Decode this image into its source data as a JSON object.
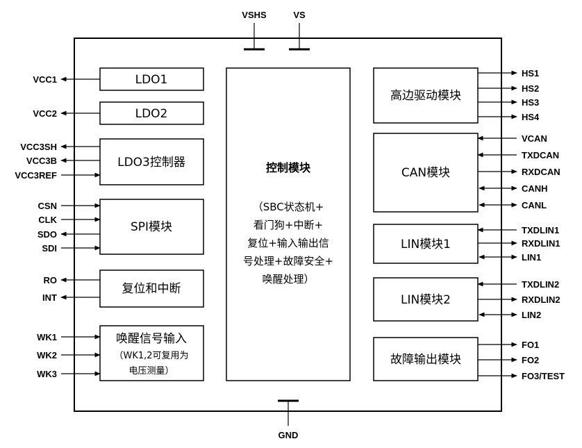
{
  "top_pins": {
    "vshs": "VSHS",
    "vs": "VS"
  },
  "bottom_pin": {
    "gnd": "GND"
  },
  "blocks": {
    "ldo1": "LDO1",
    "ldo2": "LDO2",
    "ldo3": "LDO3控制器",
    "spi": "SPI模块",
    "reset": "复位和中断",
    "wake_line1": "唤醒信号输入",
    "wake_line2": "（WK1,2可复用为",
    "wake_line3": "电压测量）",
    "hs": "高边驱动模块",
    "can": "CAN模块",
    "lin1": "LIN模块1",
    "lin2": "LIN模块2",
    "fault": "故障输出模块"
  },
  "control": {
    "title": "控制模块",
    "line1": "（SBC状态机+",
    "line2": "看门狗+中断+",
    "line3": "复位+输入输出信",
    "line4": "号处理+故障安全+",
    "line5": "唤醒处理）"
  },
  "left_pins": {
    "vcc1": "VCC1",
    "vcc2": "VCC2",
    "vcc3sh": "VCC3SH",
    "vcc3b": "VCC3B",
    "vcc3ref": "VCC3REF",
    "csn": "CSN",
    "clk": "CLK",
    "sdo": "SDO",
    "sdi": "SDI",
    "ro": "RO",
    "int": "INT",
    "wk1": "WK1",
    "wk2": "WK2",
    "wk3": "WK3"
  },
  "right_pins": {
    "hs1": "HS1",
    "hs2": "HS2",
    "hs3": "HS3",
    "hs4": "HS4",
    "vcan": "VCAN",
    "txdcan": "TXDCAN",
    "rxdcan": "RXDCAN",
    "canh": "CANH",
    "canl": "CANL",
    "txdlin1": "TXDLIN1",
    "rxdlin1": "RXDLIN1",
    "lin1": "LIN1",
    "txdlin2": "TXDLIN2",
    "rxdlin2": "RXDLIN2",
    "lin2": "LIN2",
    "fo1": "FO1",
    "fo2": "FO2",
    "fo3": "FO3/TEST"
  },
  "arrow_color": "#000000"
}
